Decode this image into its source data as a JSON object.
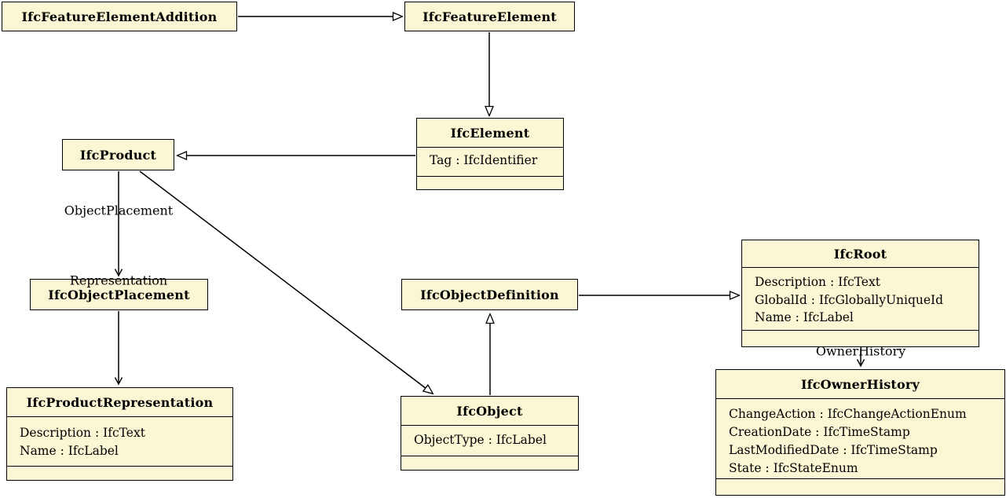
{
  "diagram": {
    "colors": {
      "background": "#FFFFFF",
      "box_fill": "#FBF6D3",
      "box_border": "#000000"
    },
    "classes": [
      {
        "title": "IfcFeatureElementAddition",
        "attributes": []
      },
      {
        "title": "IfcFeatureElement",
        "attributes": []
      },
      {
        "title": "IfcElement",
        "attributes": [
          "Tag : IfcIdentifier"
        ]
      },
      {
        "title": "IfcProduct",
        "attributes": []
      },
      {
        "title": "IfcObjectPlacement",
        "attributes": []
      },
      {
        "title": "IfcProductRepresentation",
        "attributes": [
          "Description : IfcText",
          "Name : IfcLabel"
        ]
      },
      {
        "title": "IfcObjectDefinition",
        "attributes": []
      },
      {
        "title": "IfcObject",
        "attributes": [
          "ObjectType : IfcLabel"
        ]
      },
      {
        "title": "IfcRoot",
        "attributes": [
          "Description : IfcText",
          "GlobalId : IfcGloballyUniqueId",
          "Name : IfcLabel"
        ]
      },
      {
        "title": "IfcOwnerHistory",
        "attributes": [
          "ChangeAction : IfcChangeActionEnum",
          "CreationDate : IfcTimeStamp",
          "LastModifiedDate : IfcTimeStamp",
          "State : IfcStateEnum"
        ]
      }
    ],
    "edges": [
      {
        "from": "IfcFeatureElementAddition",
        "to": "IfcFeatureElement",
        "type": "inheritance",
        "label": ""
      },
      {
        "from": "IfcFeatureElement",
        "to": "IfcElement",
        "type": "inheritance",
        "label": ""
      },
      {
        "from": "IfcElement",
        "to": "IfcProduct",
        "type": "inheritance",
        "label": ""
      },
      {
        "from": "IfcProduct",
        "to": "IfcObject",
        "type": "inheritance",
        "label": ""
      },
      {
        "from": "IfcObject",
        "to": "IfcObjectDefinition",
        "type": "inheritance",
        "label": ""
      },
      {
        "from": "IfcObjectDefinition",
        "to": "IfcRoot",
        "type": "inheritance",
        "label": ""
      },
      {
        "from": "IfcProduct",
        "to": "IfcObjectPlacement",
        "type": "attribute",
        "label": "ObjectPlacement"
      },
      {
        "from": "IfcProduct",
        "to": "IfcProductRepresentation",
        "type": "attribute",
        "label": "Representation"
      },
      {
        "from": "IfcRoot",
        "to": "IfcOwnerHistory",
        "type": "attribute",
        "label": "OwnerHistory"
      }
    ]
  }
}
